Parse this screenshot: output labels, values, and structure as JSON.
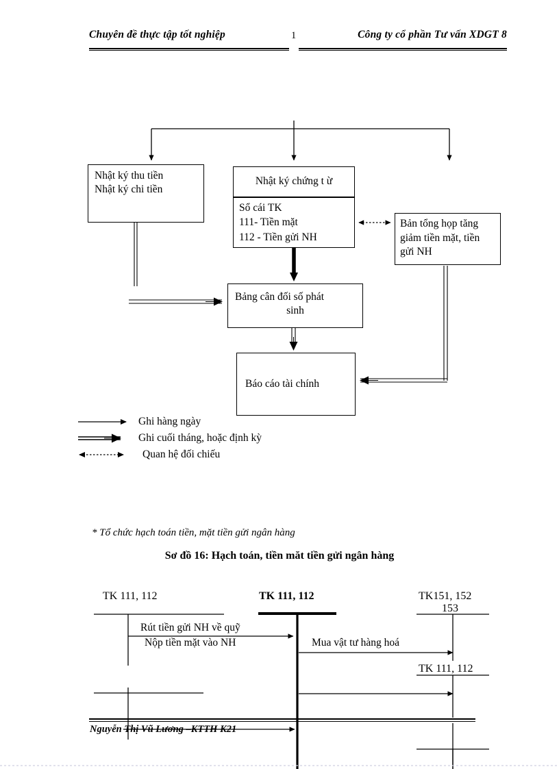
{
  "header": {
    "left_text": "Chuyên  đề thực tập tốt nghiệp",
    "page_number": "1",
    "right_text": "Công ty cổ phần Tư vấn XDGT 8"
  },
  "diagram": {
    "boxes": {
      "nhat_ky_thu_chi": {
        "line1": "Nhật ký thu tiền",
        "line2": "Nhật ký chi tiền"
      },
      "nhat_ky_chung_tu": {
        "title": "Nhật ký chứng t ừ"
      },
      "so_cai_tk": {
        "line1": "Sổ cái TK",
        "line2": "111-  Tiền  mặt",
        "line3": "112 - Tiền gửi NH"
      },
      "ban_tong_hop": {
        "line1": "Bản tổng họp tăng",
        "line2": "giảm  tiền  mặt, tiền",
        "line3": "gửi NH"
      },
      "bang_can_doi": {
        "line1": "Bảng cân đối số phát",
        "line2": "sinh"
      },
      "bao_cao_tai_chinh": {
        "title": "Báo cáo tài chính"
      }
    },
    "legend": [
      {
        "icon": "thin-arrow-icon",
        "label": "Ghi hàng ngày"
      },
      {
        "icon": "double-arrow-icon",
        "label": "Ghi cuối tháng, hoặc định kỳ"
      },
      {
        "icon": "dotted-bidirectional-arrow-icon",
        "label": "Quan hệ đối chiếu"
      }
    ]
  },
  "caption": {
    "note": "* Tổ chức hạch toán tiền, mặt tiền gửi ngân hàng",
    "title": "Sơ đồ 16: Hạch toán, tiền măt tiền gửi ngân hàng"
  },
  "t_accounts": {
    "left_label": "TK 111, 112",
    "center_label": "TK 111, 112",
    "right_label_line1": "TK151, 152",
    "right_label_line2": "153",
    "right_label_2": "TK 111, 112",
    "flows": [
      {
        "name": "rut-tien-gui",
        "label": "Rút tiền gửi NH về quỹ"
      },
      {
        "name": "nop-tien-mat",
        "label": "Nộp tiền mặt vào NH"
      },
      {
        "name": "mua-vat-tu",
        "label": "Mua vật tư hàng hoá"
      }
    ]
  },
  "footer": {
    "name": "Nguyễn Thị Vũ Lương –KTTH K21"
  },
  "colors": {
    "ink": "#000000",
    "paper": "#ffffff"
  }
}
